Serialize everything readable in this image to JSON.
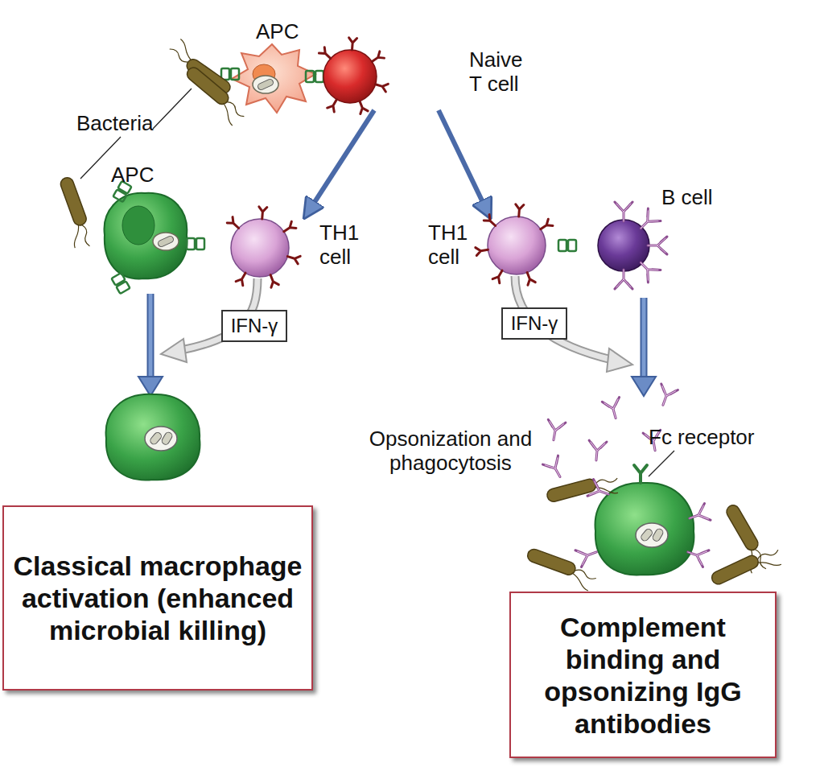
{
  "diagram": {
    "nodes": [
      {
        "text": [
          "APC"
        ]
      },
      {
        "text": [
          "Naive T cell"
        ]
      },
      {
        "text": [
          "APC"
        ]
      },
      {
        "text": [
          "TH1 cell"
        ]
      },
      {
        "text": [
          "IFN-γ"
        ]
      },
      {
        "text": [
          "TH1 cell"
        ]
      },
      {
        "text": [
          "B cell"
        ]
      },
      {
        "text": [
          "IFN-γ"
        ]
      },
      {
        "text": [
          "Classical macrophage activation (enhanced microbial killing)"
        ]
      },
      {
        "text": [
          "Complement binding and opsonizing IgG antibodies"
        ]
      }
    ],
    "edges": [
      {
        "from": 1,
        "to": 3,
        "arrow": "to"
      },
      {
        "from": 1,
        "to": 5,
        "arrow": "to"
      }
    ],
    "labels": [
      "Bacteria",
      "Opsonization and phagocytosis",
      "Fc receptor"
    ]
  }
}
